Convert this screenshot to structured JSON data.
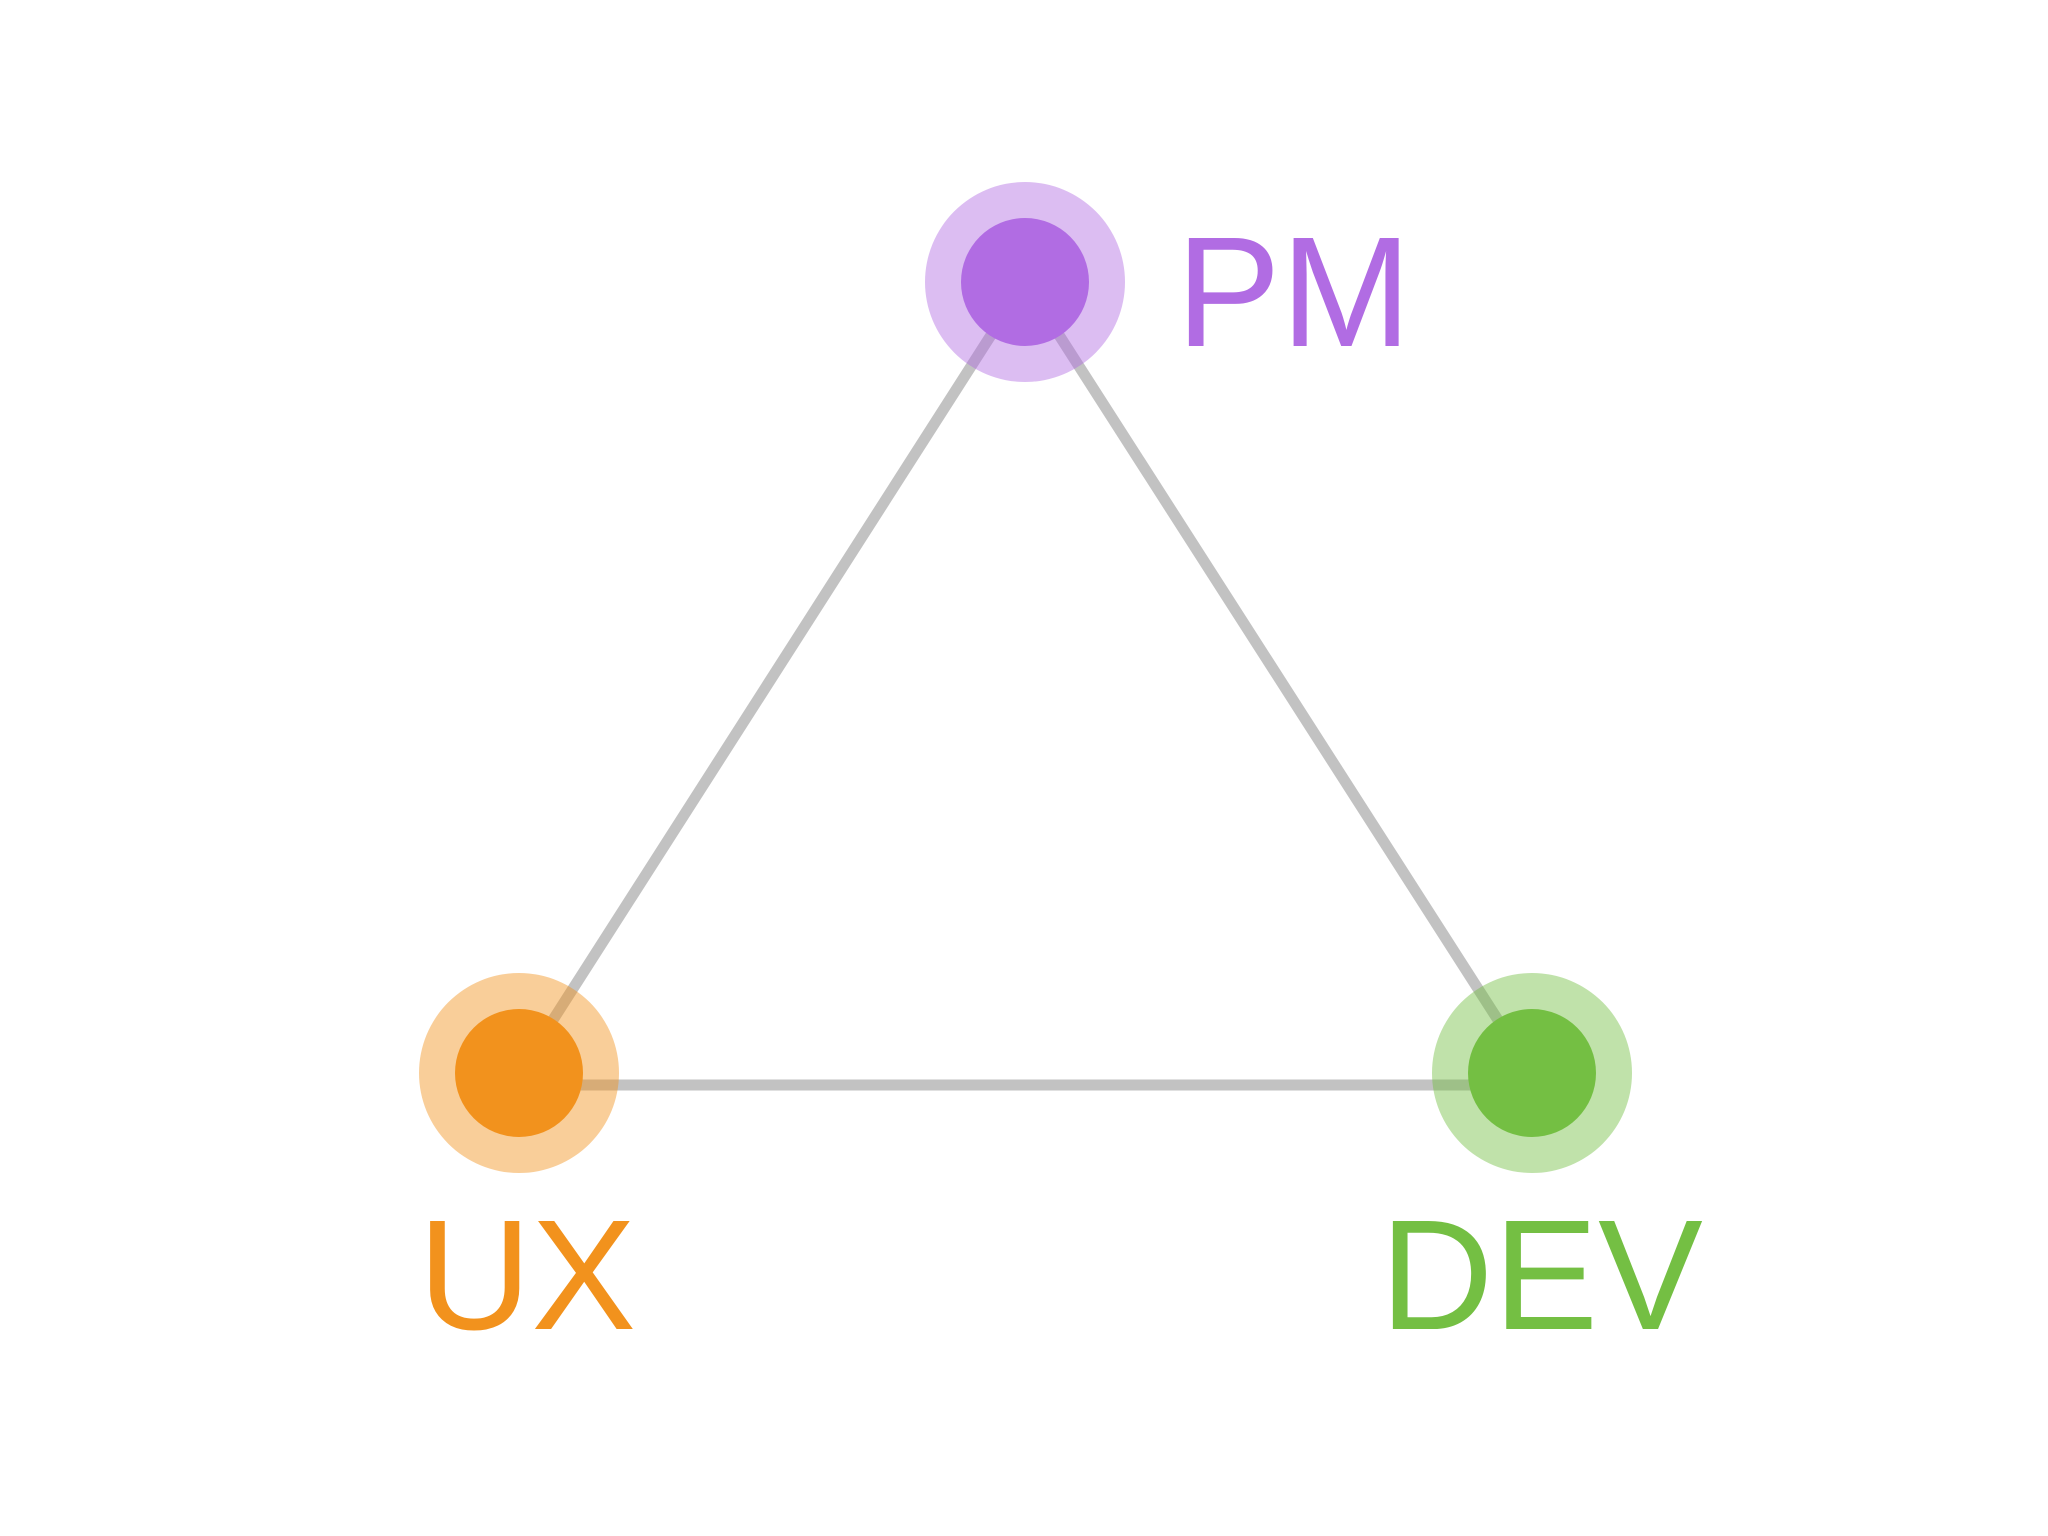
{
  "diagram": {
    "nodes": [
      {
        "id": "pm",
        "label": "PM",
        "color": "#b16ce3",
        "halo_color": "#dbb6f0"
      },
      {
        "id": "ux",
        "label": "UX",
        "color": "#f2921d",
        "halo_color": "#f7c890"
      },
      {
        "id": "dev",
        "label": "DEV",
        "color": "#74bf43",
        "halo_color": "#bde0a3"
      }
    ],
    "edges": [
      {
        "from": "pm",
        "to": "ux"
      },
      {
        "from": "pm",
        "to": "dev"
      },
      {
        "from": "ux",
        "to": "dev"
      }
    ],
    "edge_color": "#b8b8b8"
  }
}
